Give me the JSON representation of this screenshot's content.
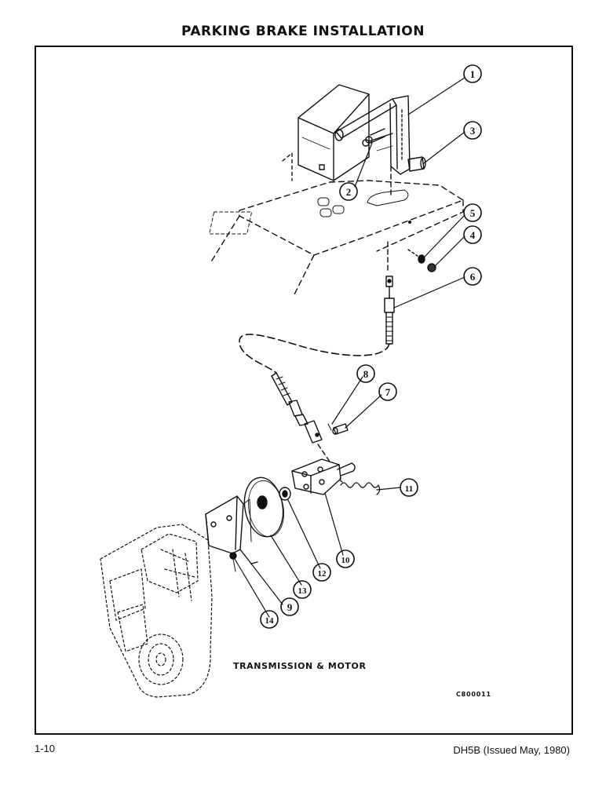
{
  "page": {
    "title": "PARKING BRAKE INSTALLATION",
    "page_number": "1-10",
    "doc_ref": "DH5B (Issued May, 1980)"
  },
  "figure": {
    "caption": "TRANSMISSION & MOTOR",
    "code": "C800011",
    "callouts": [
      "1",
      "2",
      "3",
      "4",
      "5",
      "6",
      "7",
      "8",
      "9",
      "10",
      "11",
      "12",
      "13",
      "14"
    ]
  }
}
